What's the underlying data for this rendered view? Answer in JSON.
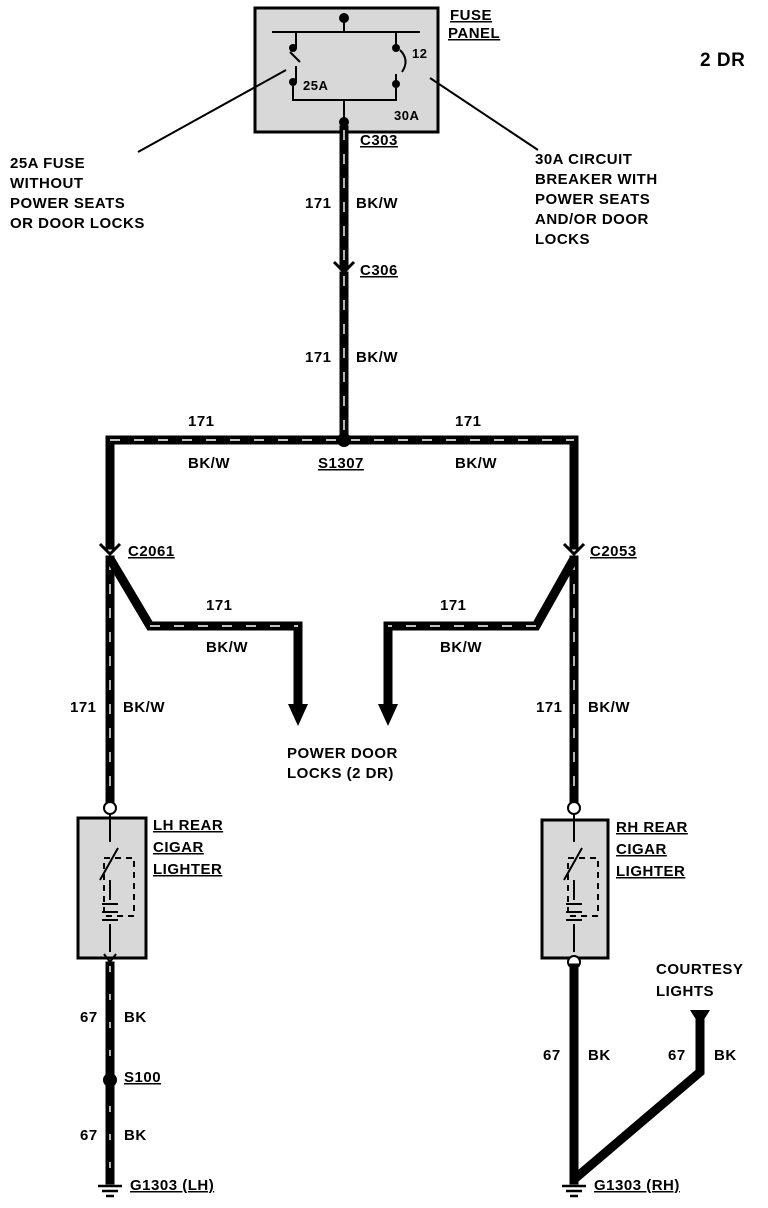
{
  "variant": "2 DR",
  "fuse_panel": {
    "label_line1": "FUSE",
    "label_line2": "PANEL",
    "fuse_rating": "25A",
    "breaker_rating": "30A",
    "breaker_number": "12",
    "connector": "C303"
  },
  "notes": {
    "fuse_note": [
      "25A FUSE",
      "WITHOUT",
      "POWER SEATS",
      "OR DOOR LOCKS"
    ],
    "breaker_note": [
      "30A CIRCUIT",
      "BREAKER WITH",
      "POWER SEATS",
      "AND/OR DOOR",
      "LOCKS"
    ]
  },
  "connectors": {
    "c306": "C306",
    "splice": "S1307",
    "left": "C2061",
    "right": "C2053"
  },
  "wires": {
    "circuit": "171",
    "color": "BK/W",
    "ground_circuit": "67",
    "ground_color": "BK"
  },
  "branch_destination": [
    "POWER DOOR",
    "LOCKS (2 DR)"
  ],
  "lh_lighter": [
    "LH REAR",
    "CIGAR",
    "LIGHTER"
  ],
  "rh_lighter": [
    "RH REAR",
    "CIGAR",
    "LIGHTER"
  ],
  "lh_splice": "S100",
  "courtesy_lights": [
    "COURTESY",
    "LIGHTS"
  ],
  "grounds": {
    "lh": "G1303 (LH)",
    "rh": "G1303 (RH)"
  }
}
